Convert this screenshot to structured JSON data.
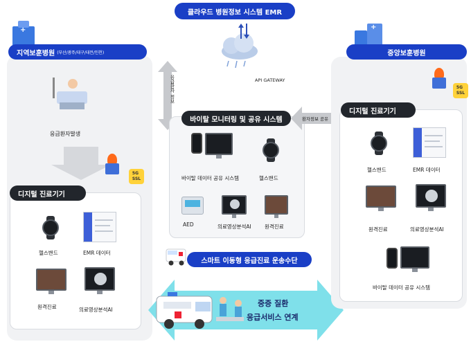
{
  "top": {
    "emr_title": "클라우드 병원정보 시스템 EMR",
    "api_gateway": "API GATEWAY"
  },
  "left": {
    "hospital_title": "지역보훈병원",
    "hospital_subtitle": "(부산/광주/대구/대전/인천)",
    "patient_label": "응급환자발생",
    "device_title": "디지털 진료기기",
    "devices": {
      "healthband": "헬스밴드",
      "emr_data": "EMR 데이터",
      "remote_care": "원격진료",
      "imaging_ai": "의료영상분석AI"
    },
    "badge": "5G\nSSL"
  },
  "center": {
    "side_arrow_label": "응급환자 정보",
    "monitor_title": "바이탈 모니터링 및 공유 시스템",
    "share_arrow_label": "환자정보 공유",
    "devices": {
      "vital_share": "바이탈 데이터 공유 시스템",
      "healthband": "헬스밴드",
      "aed": "AED",
      "imaging_ai": "의료영상분석AI",
      "remote_care": "원격진료"
    },
    "transport_title": "스마트 이동형 응급진료 운송수단",
    "link_line1": "중증 질환",
    "link_line2": "응급서비스 연계"
  },
  "right": {
    "hospital_title": "중앙보훈병원",
    "device_title": "디지털 진료기기",
    "devices": {
      "healthband": "헬스밴드",
      "emr_data": "EMR 데이터",
      "remote_care": "원격진료",
      "imaging_ai": "의료영상분석AI",
      "vital_share": "바이탈 데이터 공유 시스템"
    },
    "badge": "5G\nSSL"
  },
  "colors": {
    "brand_blue": "#1a3fc6",
    "dark": "#22262c",
    "teal": "#7fe0ea",
    "panel": "#f1f2f4"
  }
}
